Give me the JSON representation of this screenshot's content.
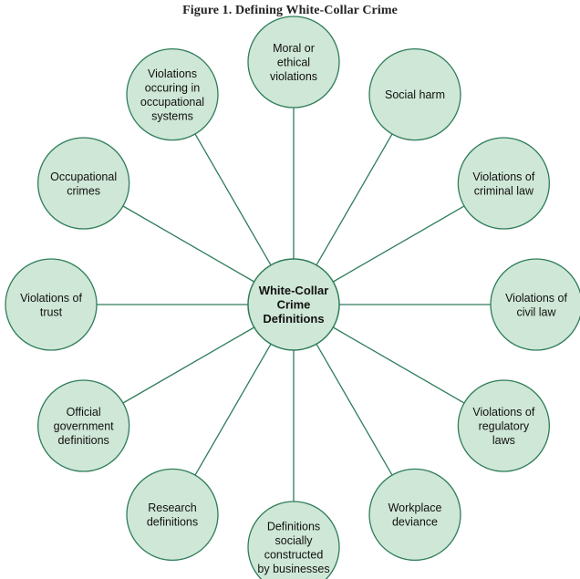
{
  "figure": {
    "title": "Figure 1. Defining White-Collar Crime"
  },
  "colors": {
    "node_fill": "#cfe7d6",
    "node_stroke": "#2e7d5b",
    "connector": "#2e7d5b",
    "text": "#111111"
  },
  "center": {
    "lines": [
      "White-Collar",
      "Crime",
      "Definitions"
    ]
  },
  "nodes": [
    {
      "id": "moral-or-ethical-violations",
      "lines": [
        "Moral or",
        "ethical",
        "violations"
      ]
    },
    {
      "id": "social-harm",
      "lines": [
        "Social harm"
      ]
    },
    {
      "id": "violations-of-criminal-law",
      "lines": [
        "Violations of",
        "criminal law"
      ]
    },
    {
      "id": "violations-of-civil-law",
      "lines": [
        "Violations of",
        "civil law"
      ]
    },
    {
      "id": "violations-of-regulatory-laws",
      "lines": [
        "Violations of",
        "regulatory",
        "laws"
      ]
    },
    {
      "id": "workplace-deviance",
      "lines": [
        "Workplace",
        "deviance"
      ]
    },
    {
      "id": "definitions-socially-constructed-by-businesses",
      "lines": [
        "Definitions",
        "socially",
        "constructed",
        "by businesses"
      ]
    },
    {
      "id": "research-definitions",
      "lines": [
        "Research",
        "definitions"
      ]
    },
    {
      "id": "official-government-definitions",
      "lines": [
        "Official",
        "government",
        "definitions"
      ]
    },
    {
      "id": "violations-of-trust",
      "lines": [
        "Violations of",
        "trust"
      ]
    },
    {
      "id": "occupational-crimes",
      "lines": [
        "Occupational",
        "crimes"
      ]
    },
    {
      "id": "violations-occuring-in-occupational-systems",
      "lines": [
        "Violations",
        "occuring in",
        "occupational",
        "systems"
      ]
    }
  ]
}
